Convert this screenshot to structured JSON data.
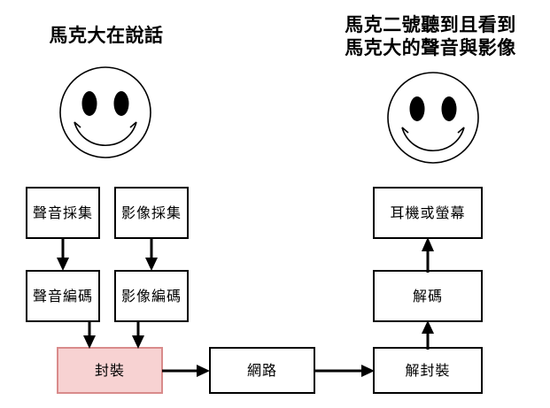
{
  "diagram": {
    "type": "flowchart",
    "language": "zh-Hant",
    "background_color": "#ffffff",
    "line_color": "#000000",
    "highlight_fill": "#f7d2d2",
    "highlight_stroke": "#d98b8b",
    "titles": {
      "left": {
        "lines": [
          "馬克大在說話"
        ]
      },
      "right": {
        "lines": [
          "馬克二號聽到且看到",
          "馬克大的聲音與影像"
        ]
      }
    },
    "faces": [
      {
        "name": "sender-smiley",
        "expression": "smiling"
      },
      {
        "name": "receiver-smiley",
        "expression": "smiling"
      }
    ],
    "nodes": [
      {
        "id": "audio-capture",
        "label": "聲音採集",
        "highlight": false
      },
      {
        "id": "video-capture",
        "label": "影像採集",
        "highlight": false
      },
      {
        "id": "audio-encode",
        "label": "聲音編碼",
        "highlight": false
      },
      {
        "id": "video-encode",
        "label": "影像編碼",
        "highlight": false
      },
      {
        "id": "packetize",
        "label": "封裝",
        "highlight": true
      },
      {
        "id": "network",
        "label": "網路",
        "highlight": false
      },
      {
        "id": "depacketize",
        "label": "解封裝",
        "highlight": false
      },
      {
        "id": "decode",
        "label": "解碼",
        "highlight": false
      },
      {
        "id": "output-device",
        "label": "耳機或螢幕",
        "highlight": false
      }
    ],
    "edges": [
      {
        "from": "audio-capture",
        "to": "audio-encode",
        "direction": "down"
      },
      {
        "from": "video-capture",
        "to": "video-encode",
        "direction": "down"
      },
      {
        "from": "audio-encode",
        "to": "packetize",
        "direction": "down"
      },
      {
        "from": "video-encode",
        "to": "packetize",
        "direction": "down"
      },
      {
        "from": "packetize",
        "to": "network",
        "direction": "right"
      },
      {
        "from": "network",
        "to": "depacketize",
        "direction": "right"
      },
      {
        "from": "depacketize",
        "to": "decode",
        "direction": "up"
      },
      {
        "from": "decode",
        "to": "output-device",
        "direction": "up"
      }
    ]
  }
}
